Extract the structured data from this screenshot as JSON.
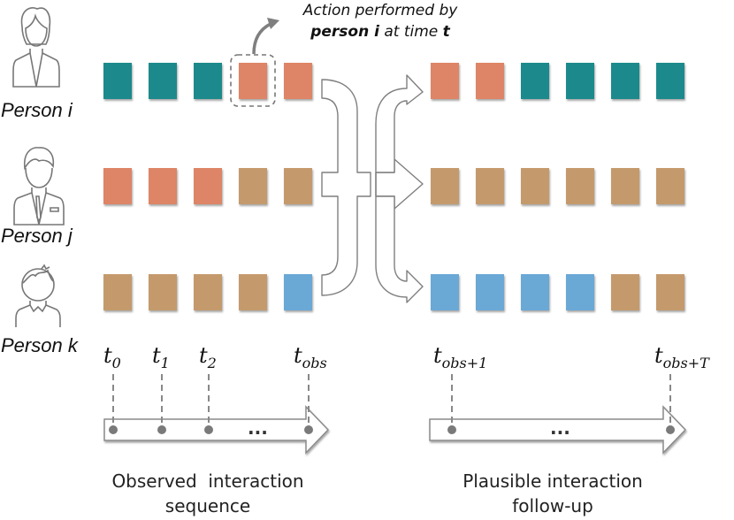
{
  "annotation": {
    "line1": "Action performed by",
    "bold1": "person i",
    "mid": " at time ",
    "bold2": "t"
  },
  "persons": [
    {
      "label": "Person i",
      "icon": "woman-icon"
    },
    {
      "label": "Person j",
      "icon": "man-suit-icon"
    },
    {
      "label": "Person k",
      "icon": "boy-icon"
    }
  ],
  "colors": {
    "teal": "#1a8a8c",
    "salmon": "#dd8566",
    "tan": "#c49a6c",
    "blue": "#6aa8d6",
    "gray": "#7f7f7f"
  },
  "observed": [
    [
      "teal",
      "teal",
      "teal",
      "salmon",
      "salmon"
    ],
    [
      "salmon",
      "salmon",
      "salmon",
      "tan",
      "tan"
    ],
    [
      "tan",
      "tan",
      "tan",
      "tan",
      "blue"
    ]
  ],
  "predicted": [
    [
      "salmon",
      "salmon",
      "teal",
      "teal",
      "teal",
      "teal"
    ],
    [
      "tan",
      "tan",
      "tan",
      "tan",
      "tan",
      "tan"
    ],
    [
      "blue",
      "blue",
      "blue",
      "blue",
      "tan",
      "tan"
    ]
  ],
  "timeline_observed": {
    "ticks": [
      {
        "base": "t",
        "sub": "0"
      },
      {
        "base": "t",
        "sub": "1"
      },
      {
        "base": "t",
        "sub": "2"
      },
      {
        "base": "t",
        "sub": "obs"
      }
    ],
    "ellipsis": "...",
    "caption_line1": "Observed  interaction",
    "caption_line2": "sequence"
  },
  "timeline_future": {
    "ticks": [
      {
        "base": "t",
        "sub": "obs+1"
      },
      {
        "base": "t",
        "sub": "obs+T"
      }
    ],
    "ellipsis": "...",
    "caption_line1": "Plausible interaction",
    "caption_line2": "follow-up"
  }
}
